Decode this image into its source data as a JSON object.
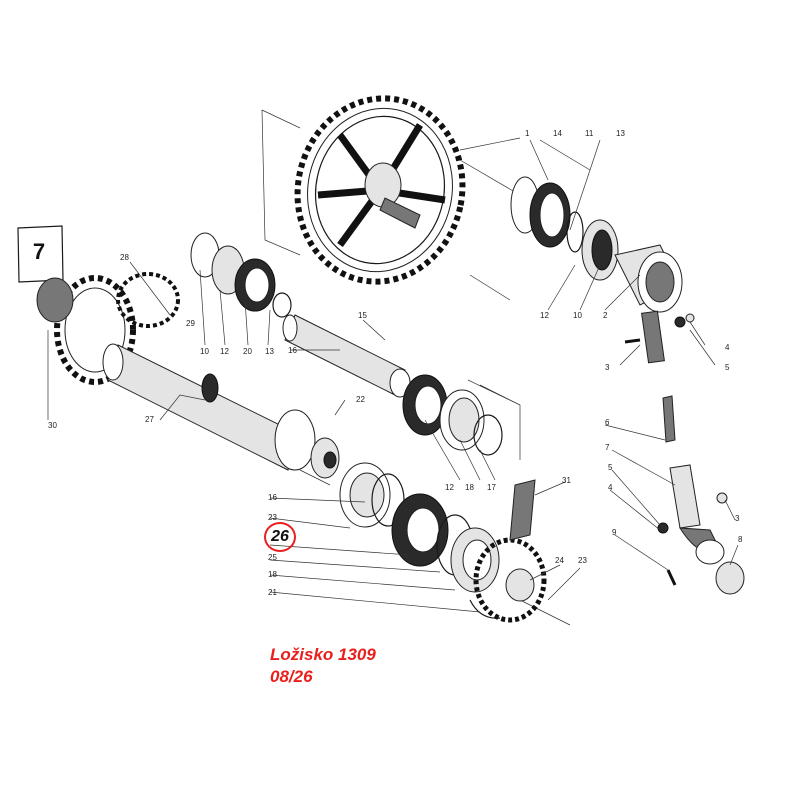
{
  "diagram": {
    "group_number": "7",
    "highlighted_part": "26",
    "part_labels": [
      "1",
      "14",
      "11",
      "13",
      "28",
      "29",
      "10",
      "12",
      "20",
      "13",
      "16",
      "15",
      "12",
      "10",
      "2",
      "4",
      "3",
      "5",
      "30",
      "27",
      "22",
      "12",
      "18",
      "17",
      "31",
      "16",
      "23",
      "25",
      "18",
      "21",
      "24",
      "23",
      "6",
      "7",
      "5",
      "4",
      "3",
      "9",
      "8"
    ],
    "caption": {
      "line1": "Ložisko 1309",
      "line2": "08/26"
    }
  }
}
